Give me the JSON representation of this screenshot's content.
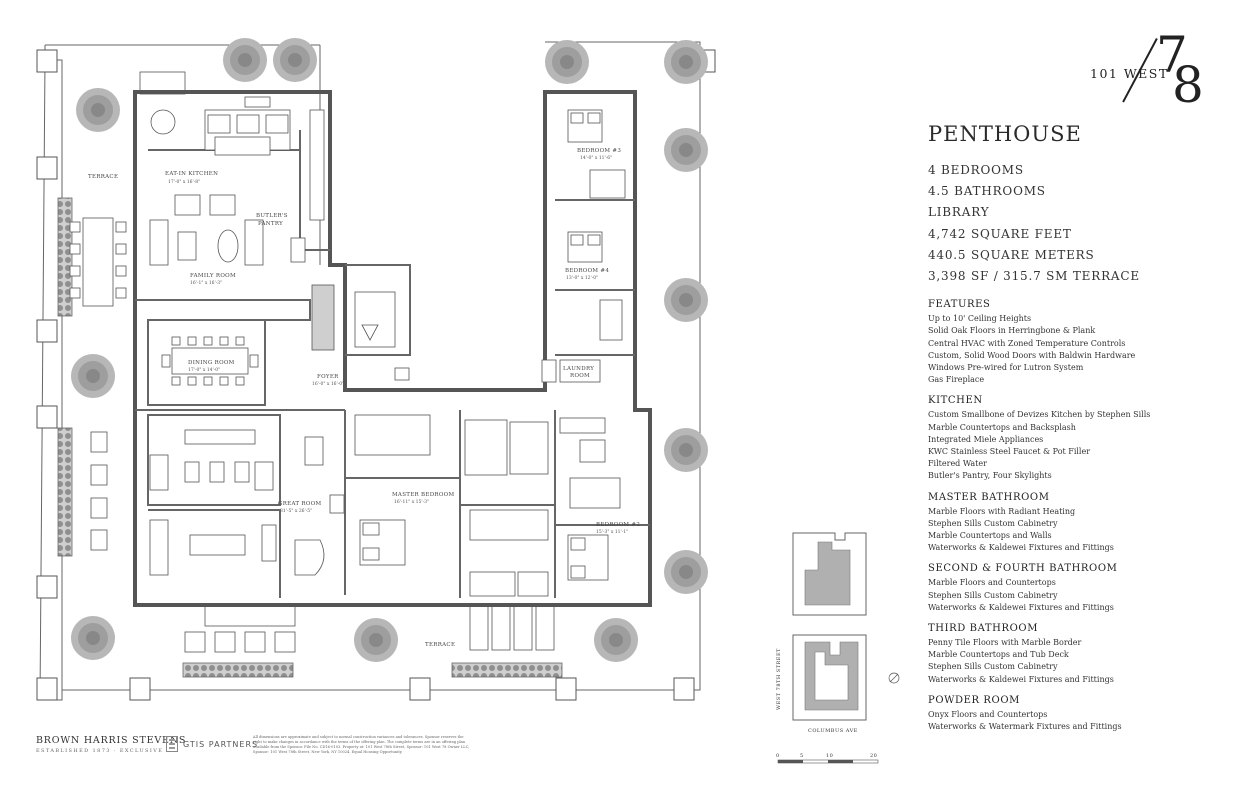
{
  "brand": {
    "wordmark": "101 WEST",
    "numeral_top": "7",
    "numeral_bottom": "8"
  },
  "title": "PENTHOUSE",
  "stats": [
    "4 BEDROOMS",
    "4.5 BATHROOMS",
    "LIBRARY",
    "4,742 SQUARE FEET",
    "440.5 SQUARE METERS",
    "3,398 SF / 315.7 SM TERRACE"
  ],
  "sections": [
    {
      "heading": "FEATURES",
      "lines": [
        "Up to 10' Ceiling Heights",
        "Solid Oak Floors in Herringbone & Plank",
        "Central HVAC with Zoned Temperature Controls",
        "Custom, Solid Wood Doors with Baldwin Hardware",
        "Windows Pre-wired for Lutron System",
        "Gas Fireplace"
      ]
    },
    {
      "heading": "KITCHEN",
      "lines": [
        "Custom Smallbone of Devizes Kitchen by Stephen Sills",
        "Marble Countertops and Backsplash",
        "Integrated Miele Appliances",
        "KWC Stainless Steel Faucet & Pot Filler",
        "Filtered Water",
        "Butler's Pantry, Four Skylights"
      ]
    },
    {
      "heading": "MASTER BATHROOM",
      "lines": [
        "Marble Floors with Radiant Heating",
        "Stephen Sills Custom Cabinetry",
        "Marble Countertops and Walls",
        "Waterworks & Kaldewei Fixtures and Fittings"
      ]
    },
    {
      "heading": "SECOND & FOURTH BATHROOM",
      "lines": [
        "Marble Floors and Countertops",
        "Stephen Sills Custom Cabinetry",
        "Waterworks & Kaldewei Fixtures and Fittings"
      ]
    },
    {
      "heading": "THIRD BATHROOM",
      "lines": [
        "Penny Tile Floors with Marble Border",
        "Marble Countertops and Tub Deck",
        "Stephen Sills Custom Cabinetry",
        "Waterworks & Kaldewei Fixtures and Fittings"
      ]
    },
    {
      "heading": "POWDER ROOM",
      "lines": [
        "Onyx Floors and Countertops",
        "Waterworks & Watermark Fixtures and Fittings"
      ]
    }
  ],
  "plan_labels": {
    "terrace_w": "TERRACE",
    "kitchen": "EAT-IN KITCHEN",
    "kitchen_dim": "17'-0\" x 16'-8\"",
    "butlers": "BUTLER'S",
    "pantry": "PANTRY",
    "family": "FAMILY ROOM",
    "family_dim": "16'-1\" x 16'-3\"",
    "dining": "DINING ROOM",
    "dining_dim": "17'-0\" x 14'-0\"",
    "foyer": "FOYER",
    "foyer_dim": "16'-0\" x 16'-0\"",
    "great": "GREAT ROOM",
    "great_dim": "31'-5\" x 26'-5\"",
    "master": "MASTER BEDROOM",
    "master_dim": "16'-11\" x 15'-3\"",
    "bed3": "BEDROOM #3",
    "bed3_dim": "14'-0\" x 11'-6\"",
    "bed4": "BEDROOM #4",
    "bed4_dim": "13'-0\" x 12'-0\"",
    "bed2": "BEDROOM #2",
    "bed2_dim": "15'-3\" x 11'-1\"",
    "laundry": "LAUNDRY",
    "laundry2": "ROOM",
    "terrace_s": "TERRACE"
  },
  "keyplan": {
    "street_side": "WEST 78TH STREET",
    "street_bottom": "COLUMBUS AVE",
    "scale": [
      "0",
      "5",
      "10",
      "20"
    ]
  },
  "footer": {
    "bhs": "BROWN HARRIS STEVENS",
    "bhs_sub": "ESTABLISHED 1873 · EXCLUSIVE",
    "gtis": "GTIS PARTNERS",
    "disclaimer": "All dimensions are approximate and subject to normal construction variances and tolerances. Sponsor reserves the right to make changes in accordance with the terms of the offering plan. The complete terms are in an offering plan available from the Sponsor. File No. CD16-0103. Property at: 101 West 78th Street, Sponsor: 101 West 78 Owner LLC, Sponsor: 101 West 78th Street, New York, NY 10024. Equal Housing Opportunity."
  }
}
